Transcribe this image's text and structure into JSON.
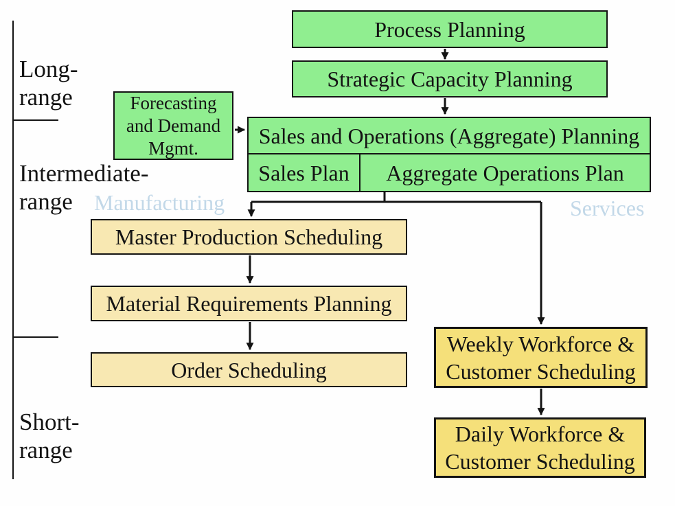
{
  "colors": {
    "background": "#fefefe",
    "text": "#141414",
    "box_border": "#141414",
    "box_green": "#90ee90",
    "box_yellow_pale": "#f8e8b2",
    "box_yellow": "#f5e07a",
    "watermark_blue": "#c2d8e8",
    "line": "#141414"
  },
  "timeline": {
    "long": {
      "line1": "Long-",
      "line2": "range"
    },
    "intermediate": {
      "line1": "Intermediate-",
      "line2": "range"
    },
    "short": {
      "line1": "Short-",
      "line2": "range"
    }
  },
  "watermarks": {
    "manufacturing": "Manufacturing",
    "services": "Services"
  },
  "boxes": {
    "process_planning": {
      "label": "Process Planning"
    },
    "strategic_capacity": {
      "label": "Strategic Capacity Planning"
    },
    "forecasting": {
      "label": "Forecasting and Demand Mgmt."
    },
    "sales_ops": {
      "label": "Sales and Operations (Aggregate) Planning"
    },
    "sales_plan": {
      "label": "Sales Plan"
    },
    "aggregate_ops": {
      "label": "Aggregate Operations Plan"
    },
    "master_production": {
      "label": "Master Production Scheduling"
    },
    "material_requirements": {
      "label": "Material Requirements Planning"
    },
    "order_scheduling": {
      "label": "Order Scheduling"
    },
    "weekly_workforce": {
      "label": "Weekly Workforce & Customer Scheduling"
    },
    "daily_workforce": {
      "label": "Daily Workforce & Customer Scheduling"
    }
  }
}
